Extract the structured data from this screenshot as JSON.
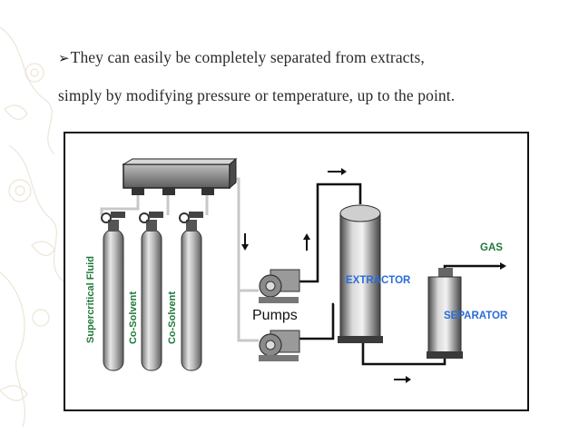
{
  "text": {
    "bullet": "➢",
    "line1": "They can easily be completely separated from extracts,",
    "line2": "simply by modifying pressure or temperature, up to the point."
  },
  "diagram": {
    "cylinders": [
      "Supercritical Fluid",
      "Co-Solvent",
      "Co-Solvent"
    ],
    "pumps_label": "Pumps",
    "extractor_label": "EXTRACTOR",
    "separator_label": "SEPARATOR",
    "gas_label": "GAS"
  },
  "colors": {
    "label_green": "#1f7a3a",
    "extractor_blue": "#2a6dd6",
    "separator_blue": "#2a6dd6",
    "frame": "#111111",
    "decoration": "#e9e1d0"
  }
}
